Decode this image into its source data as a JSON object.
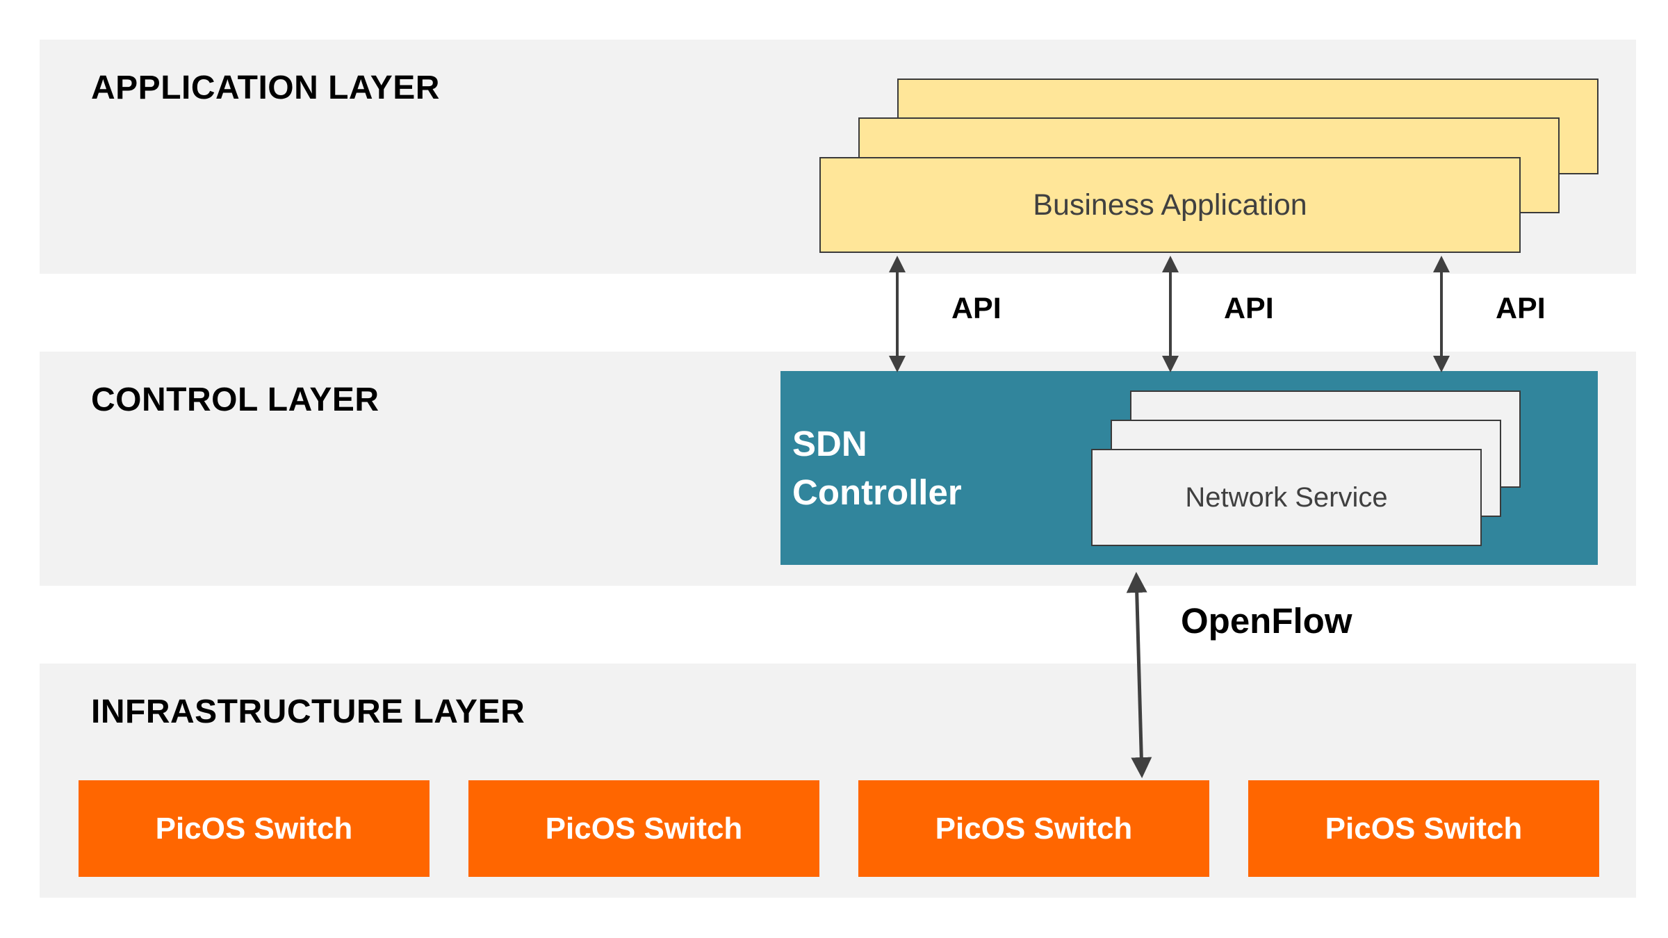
{
  "layers": {
    "application": {
      "title": "APPLICATION LAYER"
    },
    "control": {
      "title": "CONTROL LAYER"
    },
    "infrastructure": {
      "title": "INFRASTRUCTURE LAYER"
    }
  },
  "business_application": {
    "label": "Business Application"
  },
  "api_links": [
    {
      "label": "API"
    },
    {
      "label": "API"
    },
    {
      "label": "API"
    }
  ],
  "sdn_controller": {
    "line1": "SDN",
    "line2": "Controller"
  },
  "network_service": {
    "label": "Network Service"
  },
  "southbound_link": {
    "label": "OpenFlow"
  },
  "switches": [
    {
      "label": "PicOS Switch"
    },
    {
      "label": "PicOS Switch"
    },
    {
      "label": "PicOS Switch"
    },
    {
      "label": "PicOS Switch"
    }
  ],
  "colors": {
    "layer_background": "#f2f2f2",
    "business_application": "#ffe699",
    "sdn_controller": "#31859c",
    "network_service": "#f2f2f2",
    "switch": "#ff6600",
    "arrow": "#404040"
  }
}
